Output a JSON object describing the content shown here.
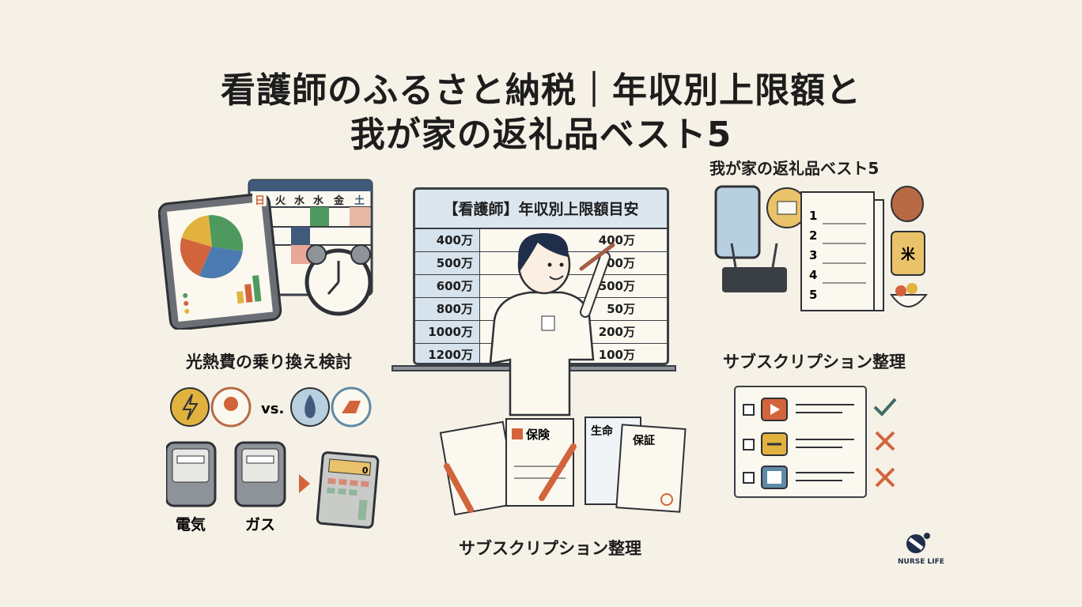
{
  "title": {
    "line1": "看護師のふるさと納税｜年収別上限額と",
    "line2": "我が家の返礼品ベスト5"
  },
  "left": {
    "heading": "光熱費の乗り換え検討",
    "calendar_days": [
      "日",
      "火",
      "水",
      "水",
      "金",
      "土"
    ],
    "vs": "vs.",
    "meter_labels": [
      "電気",
      "ガス"
    ],
    "calculator_display": "0"
  },
  "board": {
    "title": "【看護師】年収別上限額目安",
    "rows": [
      {
        "income": "400万",
        "limit": "400万"
      },
      {
        "income": "500万",
        "limit": "500万"
      },
      {
        "income": "600万",
        "limit": "500万"
      },
      {
        "income": "800万",
        "limit": "50万"
      },
      {
        "income": "1000万",
        "limit": "200万"
      },
      {
        "income": "1200万",
        "limit": "100万"
      }
    ]
  },
  "center": {
    "heading": "サブスクリプション整理",
    "docs": [
      "保険",
      "生命",
      "保証"
    ]
  },
  "right": {
    "heading_top": "我が家の返礼品ベスト5",
    "ranking": [
      "1",
      "2",
      "3",
      "4",
      "5"
    ],
    "rice_label": "米",
    "heading_bottom": "サブスクリプション整理",
    "subscriptions": [
      {
        "icon": "play-icon",
        "status": "keep"
      },
      {
        "icon": "dumbbell-icon",
        "status": "cancel"
      },
      {
        "icon": "newspaper-icon",
        "status": "cancel"
      }
    ]
  },
  "logo": {
    "text": "NURSE LIFE"
  },
  "colors": {
    "green": "#4e9a5e",
    "orange": "#d2643c",
    "blue": "#4b7bb0",
    "yellow": "#e2b23f",
    "navy": "#1f2e4a"
  }
}
